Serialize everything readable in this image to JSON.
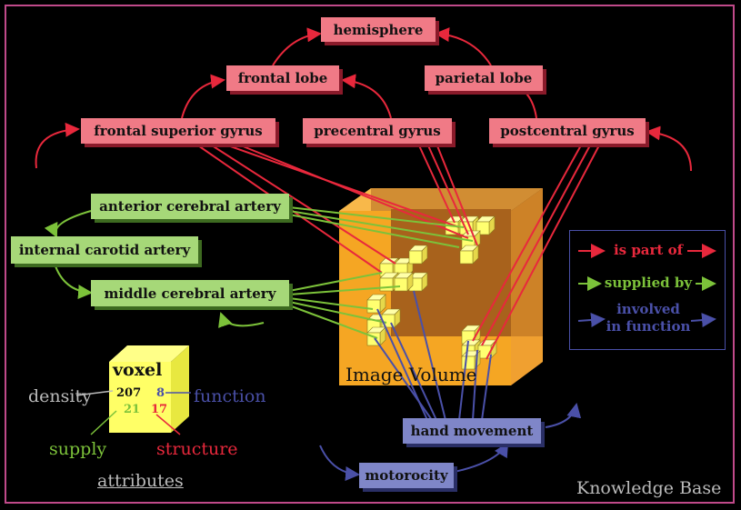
{
  "nodes": {
    "hemisphere": "hemisphere",
    "frontal_lobe": "frontal lobe",
    "parietal_lobe": "parietal lobe",
    "frontal_superior_gyrus": "frontal superior gyrus",
    "precentral_gyrus": "precentral gyrus",
    "postcentral_gyrus": "postcentral gyrus",
    "anterior_cerebral_artery": "anterior cerebral artery",
    "internal_carotid_artery": "internal carotid artery",
    "middle_cerebral_artery": "middle cerebral artery",
    "hand_movement": "hand movement",
    "motorocity": "motorocity"
  },
  "legend": {
    "is_part_of": "is part of",
    "supplied_by": "supplied by",
    "involved_line1": "involved",
    "involved_line2": "in function"
  },
  "voxel": {
    "title": "voxel",
    "density_value": "207",
    "function_value": "8",
    "supply_value": "21",
    "structure_value": "17",
    "density_label": "density",
    "function_label": "function",
    "supply_label": "supply",
    "structure_label": "structure",
    "attributes_label": "attributes"
  },
  "image_volume_label": "Image Volume",
  "knowledge_base_label": "Knowledge Base",
  "colors": {
    "part_of": "#e8283c",
    "supplied_by": "#7cc23a",
    "function": "#4a50a8",
    "red_node": "#f07a86",
    "green_node": "#a6d878",
    "blue_node": "#7f86c8",
    "volume": "#f5a623"
  }
}
